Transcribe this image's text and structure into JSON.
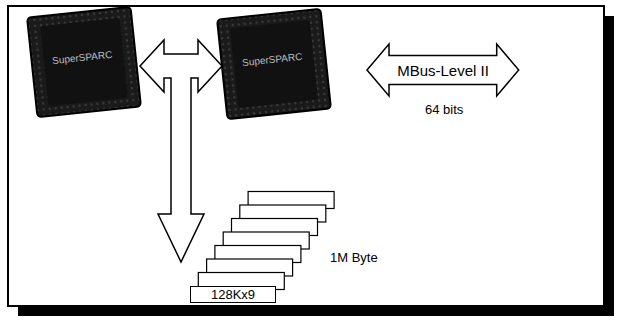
{
  "diagram": {
    "nodes": [
      {
        "text": [
          "MBus-Level II"
        ]
      },
      {
        "text": [
          "128Kx9"
        ]
      }
    ],
    "labels": [
      "SuperSPARC",
      "SuperSPARC",
      "64 bits",
      "1M Byte"
    ]
  }
}
